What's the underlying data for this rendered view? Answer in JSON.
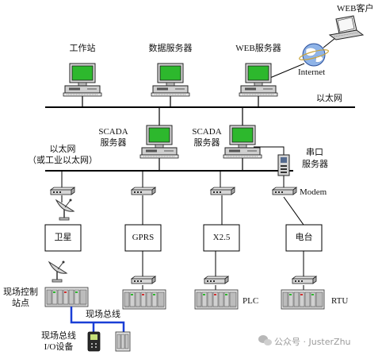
{
  "labels": {
    "web_client": "WEB客户",
    "internet": "Internet",
    "workstation": "工作站",
    "data_server": "数据服务器",
    "web_server": "WEB服务器",
    "ethernet_top": "以太网",
    "scada1_line1": "SCADA",
    "scada1_line2": "服务器",
    "scada2_line1": "SCADA",
    "scada2_line2": "服务器",
    "serial_line1": "串口",
    "serial_line2": "服务器",
    "ethernet_mid_line1": "以太网",
    "ethernet_mid_line2": "（或工业以太网）",
    "modem": "Modem",
    "satellite": "卫星",
    "gprs": "GPRS",
    "x25": "X2.5",
    "radio": "电台",
    "field_station_line1": "现场控制",
    "field_station_line2": "站点",
    "fieldbus": "现场总线",
    "fieldbus_io_line1": "现场总线",
    "fieldbus_io_line2": "I/O设备",
    "plc": "PLC",
    "rtu": "RTU",
    "watermark": "公众号 · JusterZhu"
  },
  "colors": {
    "screen": "#2db82d",
    "bus": "#000000",
    "fieldbus_blue": "#1a3fd6",
    "device_gray": "#bdbdbd",
    "watermark": "#9a9a9a"
  },
  "icons": [
    "computer-icon",
    "laptop-icon",
    "globe-icon",
    "switch-icon",
    "satellite-dish-icon",
    "io-rack-icon",
    "serial-server-icon",
    "wechat-icon"
  ]
}
